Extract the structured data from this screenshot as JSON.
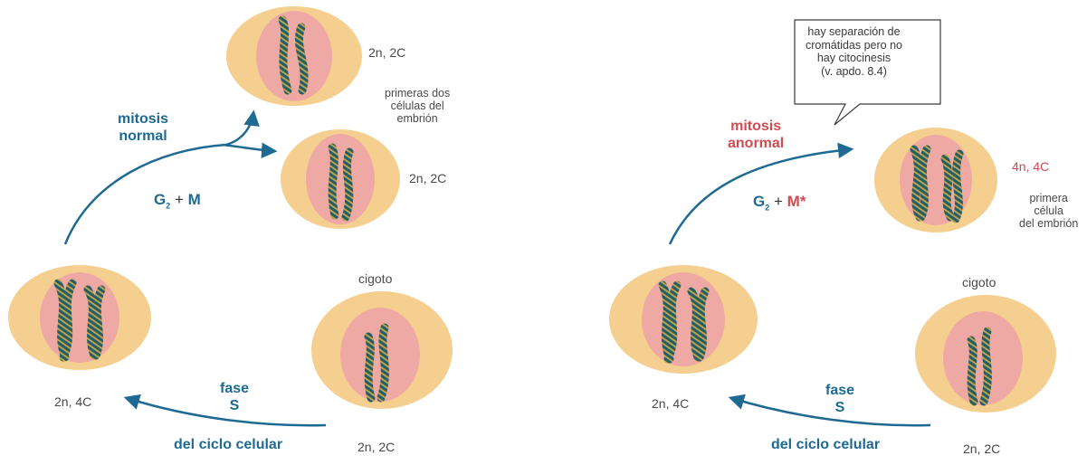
{
  "left": {
    "top_cell_ploidy": "2n, 2C",
    "second_cell_ploidy": "2n, 2C",
    "second_cell_note": "primeras dos\ncélulas del\nembrión",
    "left_cell_ploidy": "2n, 4C",
    "zygote_label": "cigoto",
    "zygote_ploidy": "2n, 2C",
    "mitosis_label": "mitosis\nnormal",
    "equation_g": "G",
    "equation_sub": "2",
    "equation_plus": "+",
    "equation_m": "M",
    "phase_label": "fase\nS",
    "cycle_label": "del ciclo celular"
  },
  "right": {
    "bubble_text": "hay separación de\ncromátidas pero no\nhay citocinesis\n(v. apdo. 8.4)",
    "mitosis_label": "mitosis\nanormal",
    "equation_g": "G",
    "equation_sub": "2",
    "equation_plus": "+",
    "equation_m": "M*",
    "result_ploidy": "4n, 4C",
    "result_note": "primera\ncélula\ndel embrión",
    "left_cell_ploidy": "2n, 4C",
    "zygote_label": "cigoto",
    "zygote_ploidy": "2n, 2C",
    "phase_label": "fase\nS",
    "cycle_label": "del ciclo celular"
  },
  "colors": {
    "cell_outer": "#f5cf8f",
    "cell_inner": "#efa9a5",
    "chromosome": "#235d68",
    "chromosome_band": "#b9a24a",
    "arrow": "#1e6a93",
    "accent_red": "#d14a52"
  }
}
